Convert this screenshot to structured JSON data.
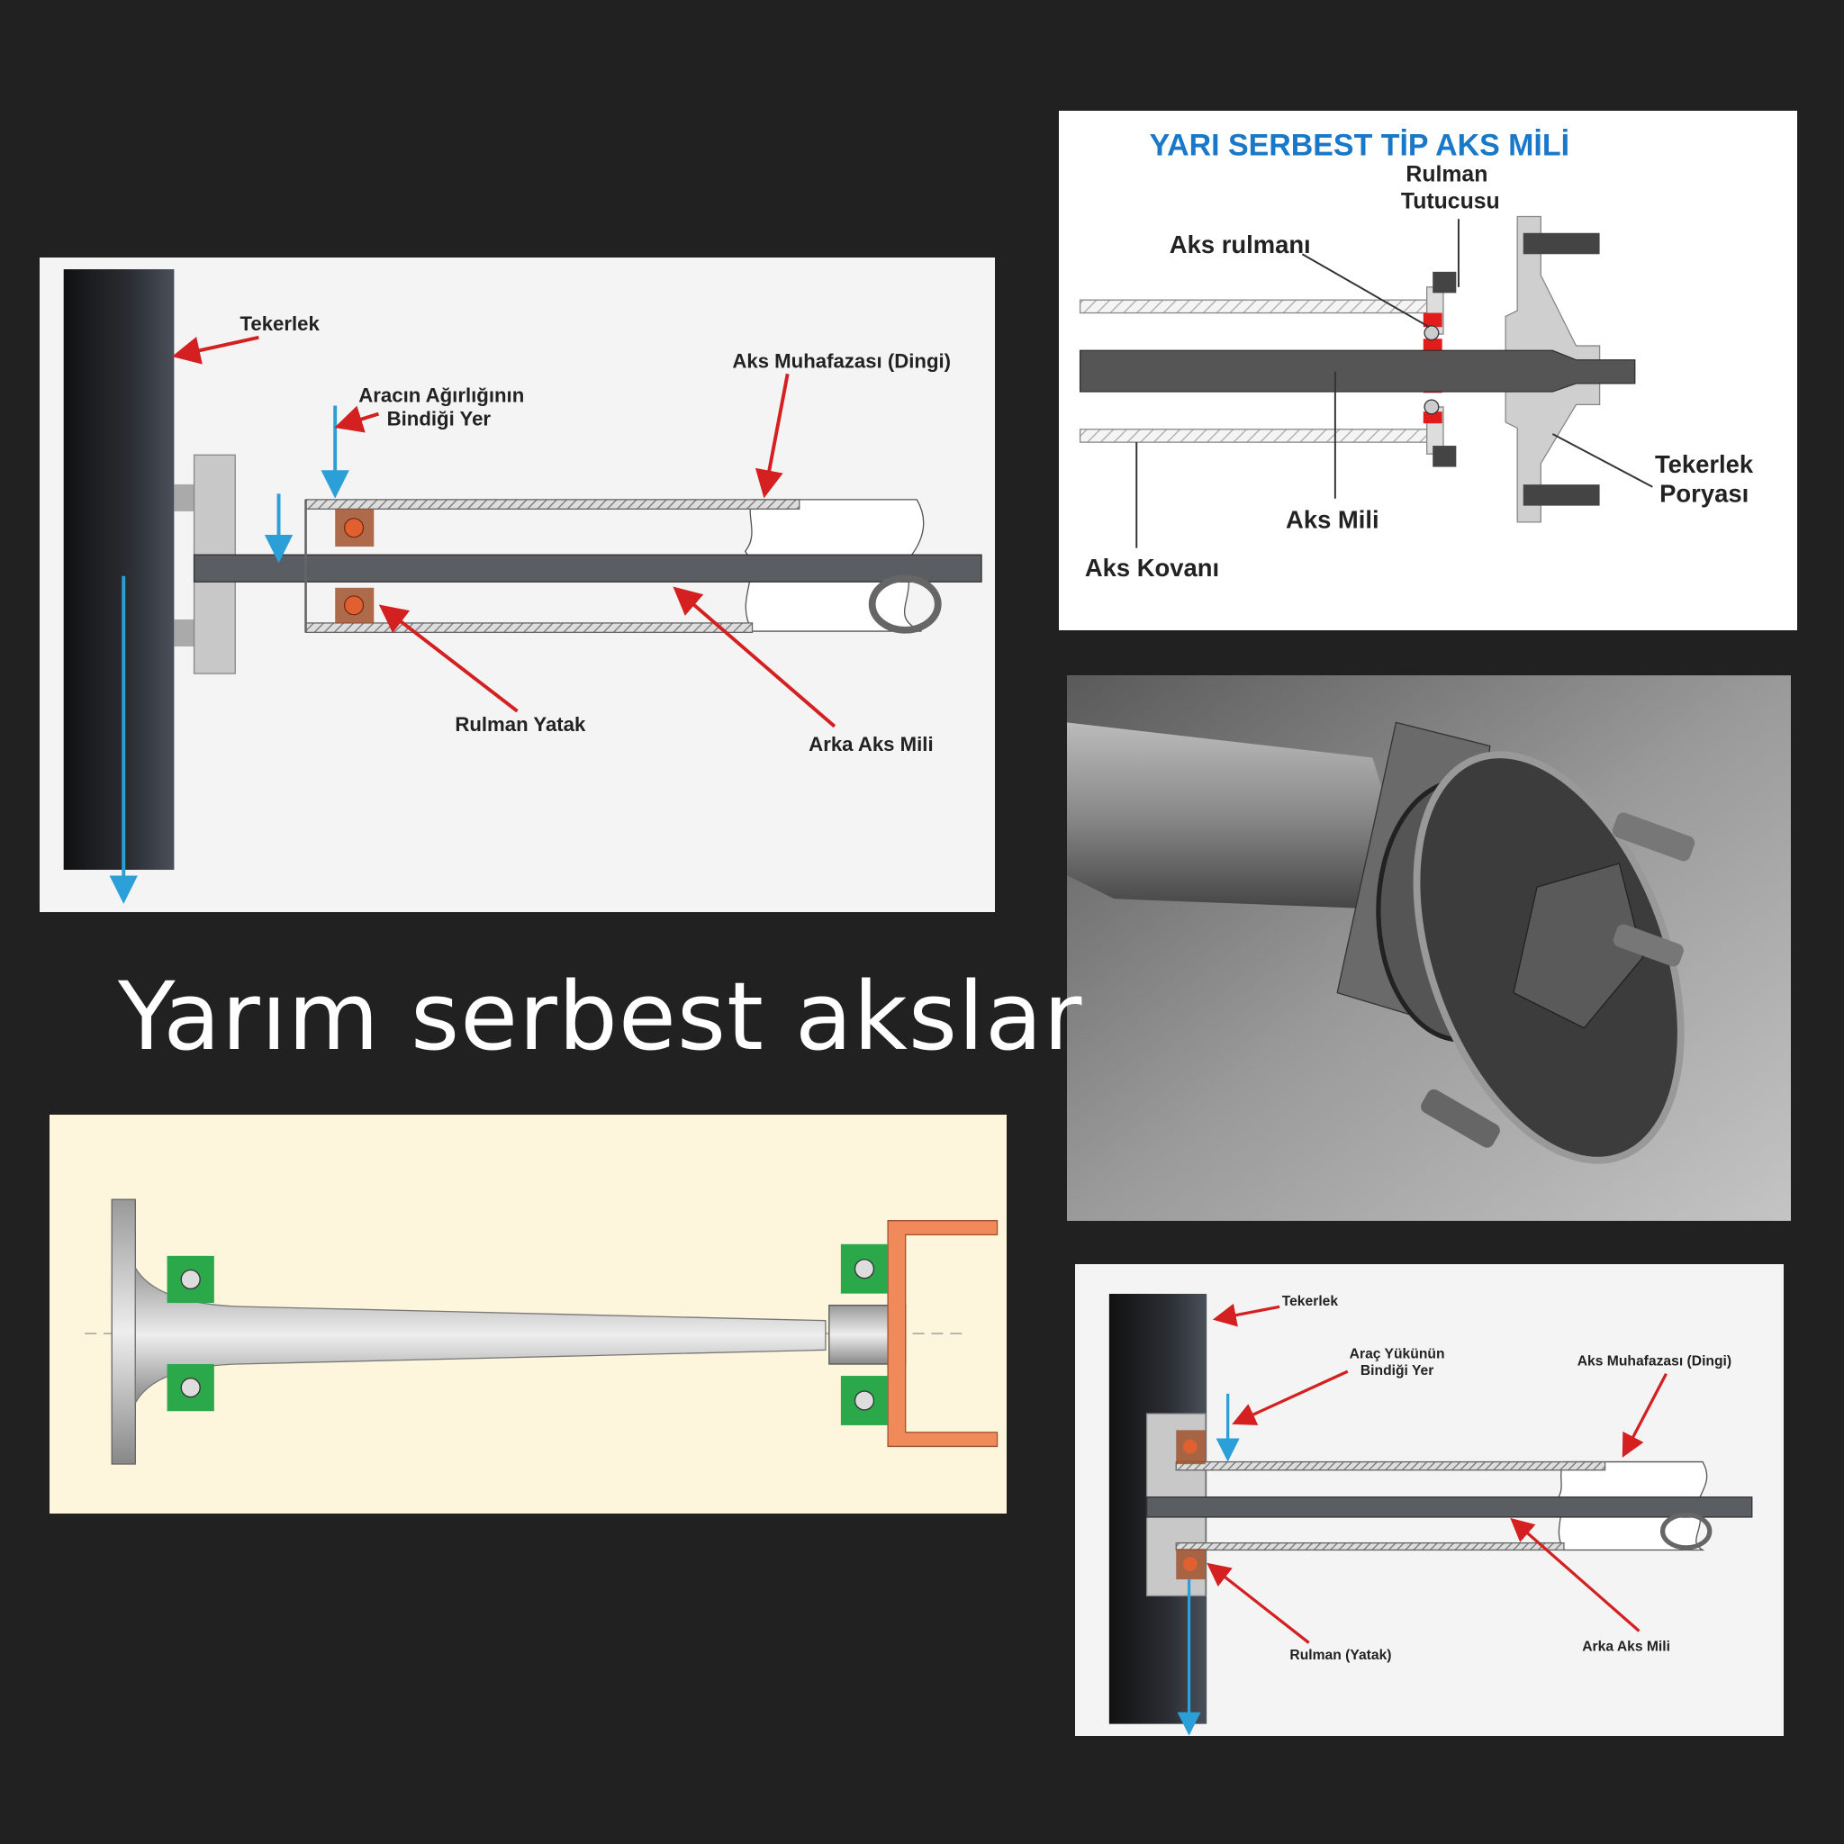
{
  "title": "Yarım serbest akslar",
  "diagram1": {
    "tekerlek": "Tekerlek",
    "load_line1": "Aracın Ağırlığının",
    "load_line2": "Bindiği Yer",
    "housing": "Aks Muhafazası (Dingi)",
    "bearing": "Rulman Yatak",
    "shaft": "Arka Aks Mili"
  },
  "diagram2": {
    "heading": "YARI SERBEST TİP AKS MİLİ",
    "retainer_line1": "Rulman",
    "retainer_line2": "Tutucusu",
    "bearing": "Aks rulmanı",
    "hub_line1": "Tekerlek",
    "hub_line2": "Poryası",
    "shaft": "Aks Mili",
    "tube": "Aks Kovanı"
  },
  "diagram5": {
    "tekerlek": "Tekerlek",
    "load_line1": "Araç Yükünün",
    "load_line2": "Bindiği Yer",
    "housing": "Aks Muhafazası (Dingi)",
    "bearing": "Rulman (Yatak)",
    "shaft": "Arka Aks Mili"
  },
  "colors": {
    "background": "#212121",
    "arrow_red": "#d42020",
    "arrow_blue": "#2a9fd8",
    "heading_blue": "#1a78c8"
  }
}
